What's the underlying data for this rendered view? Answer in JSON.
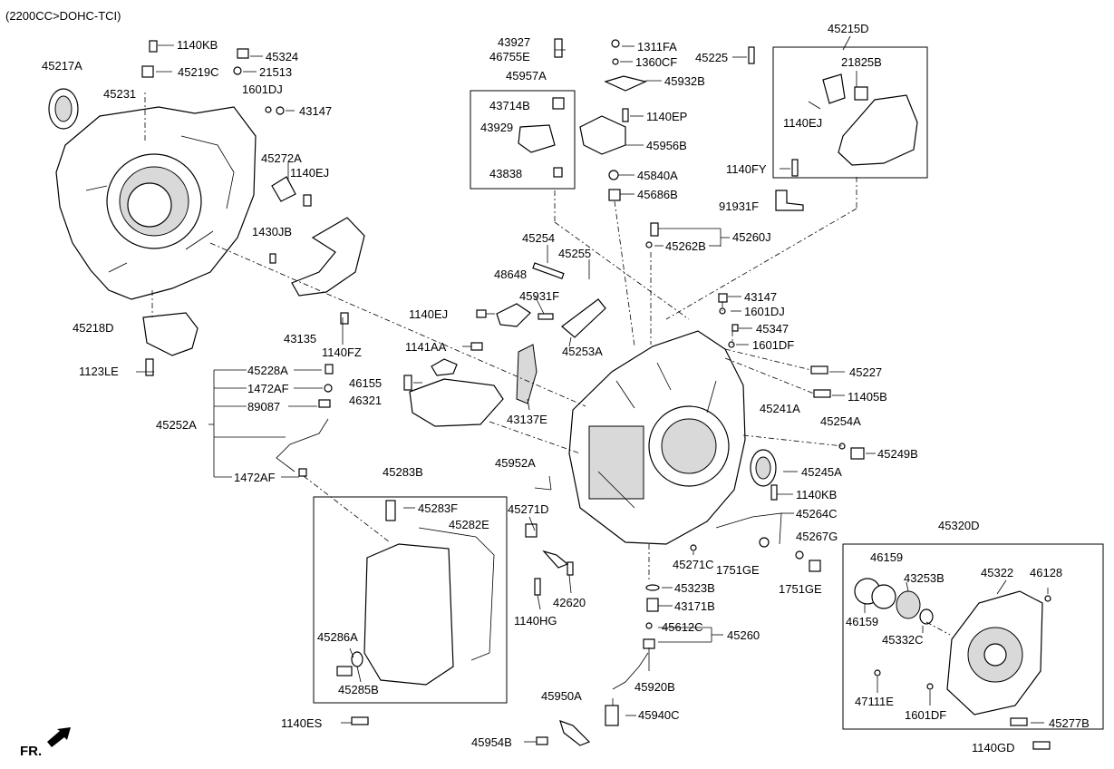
{
  "header": {
    "spec": "(2200CC>DOHC-TCI)"
  },
  "orientation": {
    "label": "FR."
  },
  "parts": {
    "p1140KB_a": "1140KB",
    "p45324": "45324",
    "p45219C": "45219C",
    "p21513": "21513",
    "p45217A": "45217A",
    "p45231": "45231",
    "p1601DJ_a": "1601DJ",
    "p43147_a": "43147",
    "p45272A": "45272A",
    "p1140EJ_a": "1140EJ",
    "p1430JB": "1430JB",
    "p45218D": "45218D",
    "p43135": "43135",
    "p1140FZ": "1140FZ",
    "p1123LE": "1123LE",
    "p43927": "43927",
    "p46755E": "46755E",
    "p45957A": "45957A",
    "p43714B": "43714B",
    "p43929": "43929",
    "p43838": "43838",
    "p1311FA": "1311FA",
    "p1360CF": "1360CF",
    "p45932B": "45932B",
    "p1140EP": "1140EP",
    "p45956B": "45956B",
    "p45840A": "45840A",
    "p45686B": "45686B",
    "p45225": "45225",
    "p45215D": "45215D",
    "p21825B": "21825B",
    "p1140EJ_b": "1140EJ",
    "p1140FY": "1140FY",
    "p91931F": "91931F",
    "p45262B": "45262B",
    "p45260J": "45260J",
    "p45254": "45254",
    "p45255": "45255",
    "p48648": "48648",
    "p45931F": "45931F",
    "p1140EJ_c": "1140EJ",
    "p45253A": "45253A",
    "p43147_b": "43147",
    "p1601DJ_b": "1601DJ",
    "p45347": "45347",
    "p1601DF_a": "1601DF",
    "p1141AA": "1141AA",
    "p46155": "46155",
    "p46321": "46321",
    "p43137E": "43137E",
    "p45227": "45227",
    "p11405B": "11405B",
    "p45241A": "45241A",
    "p45254A": "45254A",
    "p45249B": "45249B",
    "p45228A": "45228A",
    "p1472AF_a": "1472AF",
    "p89087": "89087",
    "p45252A": "45252A",
    "p1472AF_b": "1472AF",
    "p45952A": "45952A",
    "p45245A": "45245A",
    "p1140KB_b": "1140KB",
    "p45264C": "45264C",
    "p45283B": "45283B",
    "p45283F": "45283F",
    "p45282E": "45282E",
    "p45271D": "45271D",
    "p45271C": "45271C",
    "p45267G": "45267G",
    "p1751GE_a": "1751GE",
    "p1751GE_b": "1751GE",
    "p45320D": "45320D",
    "p46159_a": "46159",
    "p43253B": "43253B",
    "p45322": "45322",
    "p46128": "46128",
    "p46159_b": "46159",
    "p45332C": "45332C",
    "p45323B": "45323B",
    "p43171B": "43171B",
    "p1140HG": "1140HG",
    "p42620": "42620",
    "p45612C": "45612C",
    "p45260": "45260",
    "p45286A": "45286A",
    "p45285B": "45285B",
    "p45920B": "45920B",
    "p47111E": "47111E",
    "p1601DF_b": "1601DF",
    "p45950A": "45950A",
    "p45940C": "45940C",
    "p45277B": "45277B",
    "p1140ES": "1140ES",
    "p45954B": "45954B",
    "p1140GD": "1140GD"
  }
}
